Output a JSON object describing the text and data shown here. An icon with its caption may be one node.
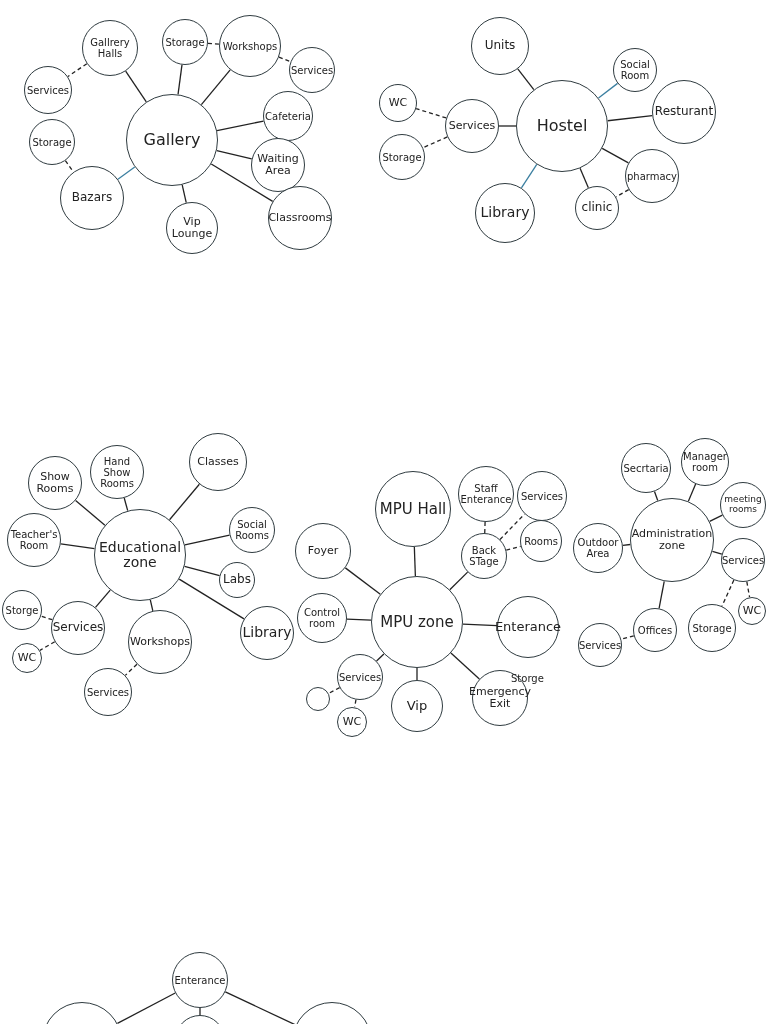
{
  "diagram": {
    "nodes": [
      {
        "text": [
          "Gallery"
        ]
      },
      {
        "text": [
          "Gallrery Halls"
        ]
      },
      {
        "text": [
          "Services"
        ]
      },
      {
        "text": [
          "Storage"
        ]
      },
      {
        "text": [
          "Workshops"
        ]
      },
      {
        "text": [
          "Services"
        ]
      },
      {
        "text": [
          "Cafeteria"
        ]
      },
      {
        "text": [
          "Waiting Area"
        ]
      },
      {
        "text": [
          "Classrooms"
        ]
      },
      {
        "text": [
          "Vip Lounge"
        ]
      },
      {
        "text": [
          "Bazars"
        ]
      },
      {
        "text": [
          "Storage"
        ]
      },
      {
        "text": [
          "Hostel"
        ]
      },
      {
        "text": [
          "Units"
        ]
      },
      {
        "text": [
          "Social Room"
        ]
      },
      {
        "text": [
          "Resturant"
        ]
      },
      {
        "text": [
          "pharmacy"
        ]
      },
      {
        "text": [
          "clinic"
        ]
      },
      {
        "text": [
          "Library"
        ]
      },
      {
        "text": [
          "Services"
        ]
      },
      {
        "text": [
          "WC"
        ]
      },
      {
        "text": [
          "Storage"
        ]
      },
      {
        "text": [
          "Educational zone"
        ]
      },
      {
        "text": [
          "Show Rooms"
        ]
      },
      {
        "text": [
          "Hand Show Rooms"
        ]
      },
      {
        "text": [
          "Classes"
        ]
      },
      {
        "text": [
          "Teacher's Room"
        ]
      },
      {
        "text": [
          "Social Rooms"
        ]
      },
      {
        "text": [
          "Labs"
        ]
      },
      {
        "text": [
          "Library"
        ]
      },
      {
        "text": [
          "Services"
        ]
      },
      {
        "text": [
          "Storge"
        ]
      },
      {
        "text": [
          "WC"
        ]
      },
      {
        "text": [
          "Workshops"
        ]
      },
      {
        "text": [
          "Services"
        ]
      },
      {
        "text": [
          "MPU zone"
        ]
      },
      {
        "text": [
          "MPU Hall"
        ]
      },
      {
        "text": [
          "Foyer"
        ]
      },
      {
        "text": [
          "Control room"
        ]
      },
      {
        "text": [
          "Back STage"
        ]
      },
      {
        "text": [
          "Staff Enterance"
        ]
      },
      {
        "text": [
          "Services"
        ]
      },
      {
        "text": [
          "Rooms"
        ]
      },
      {
        "text": [
          "Enterance"
        ]
      },
      {
        "text": [
          "Emergency Exit"
        ]
      },
      {
        "text": [
          "Vip"
        ]
      },
      {
        "text": [
          "Services"
        ]
      },
      {
        "text": [],
        "shape": "circle"
      },
      {
        "text": [
          "WC"
        ]
      },
      {
        "text": [
          "Administration zone"
        ]
      },
      {
        "text": [
          "Secrtaria"
        ]
      },
      {
        "text": [
          "Manager room"
        ]
      },
      {
        "text": [
          "meeting rooms"
        ]
      },
      {
        "text": [
          "Outdoor Area"
        ]
      },
      {
        "text": [
          "Services"
        ]
      },
      {
        "text": [
          "WC"
        ]
      },
      {
        "text": [
          "Storage"
        ]
      },
      {
        "text": [
          "Offices"
        ]
      },
      {
        "text": [
          "Services"
        ]
      },
      {
        "text": [
          "Enterance"
        ]
      },
      {
        "text": [],
        "shape": "circle"
      },
      {
        "text": [],
        "shape": "circle"
      },
      {
        "text": [],
        "shape": "circle"
      }
    ],
    "edges": [
      {
        "from": 0,
        "to": 1,
        "arrow": "none"
      },
      {
        "from": 1,
        "to": 2,
        "arrow": "none",
        "style": "dashed"
      },
      {
        "from": 0,
        "to": 3,
        "arrow": "none"
      },
      {
        "from": 3,
        "to": 4,
        "arrow": "none",
        "style": "dashed"
      },
      {
        "from": 0,
        "to": 4,
        "arrow": "none"
      },
      {
        "from": 4,
        "to": 5,
        "arrow": "none",
        "style": "dashed"
      },
      {
        "from": 0,
        "to": 6,
        "arrow": "none"
      },
      {
        "from": 0,
        "to": 7,
        "arrow": "none"
      },
      {
        "from": 0,
        "to": 8,
        "arrow": "none"
      },
      {
        "from": 0,
        "to": 9,
        "arrow": "none"
      },
      {
        "from": 0,
        "to": 10,
        "arrow": "none",
        "color": "#3b7fa0"
      },
      {
        "from": 11,
        "to": 10,
        "arrow": "none",
        "style": "dashed"
      },
      {
        "from": 12,
        "to": 13,
        "arrow": "none"
      },
      {
        "from": 12,
        "to": 14,
        "arrow": "none",
        "color": "#3b7fa0"
      },
      {
        "from": 12,
        "to": 15,
        "arrow": "none"
      },
      {
        "from": 12,
        "to": 16,
        "arrow": "none"
      },
      {
        "from": 12,
        "to": 17,
        "arrow": "none"
      },
      {
        "from": 16,
        "to": 17,
        "arrow": "none",
        "style": "dashed"
      },
      {
        "from": 12,
        "to": 18,
        "arrow": "none",
        "color": "#3b7fa0"
      },
      {
        "from": 12,
        "to": 19,
        "arrow": "none"
      },
      {
        "from": 19,
        "to": 20,
        "arrow": "none",
        "style": "dashed"
      },
      {
        "from": 19,
        "to": 21,
        "arrow": "none",
        "style": "dashed"
      },
      {
        "from": 22,
        "to": 23,
        "arrow": "none"
      },
      {
        "from": 22,
        "to": 24,
        "arrow": "none"
      },
      {
        "from": 22,
        "to": 25,
        "arrow": "none"
      },
      {
        "from": 22,
        "to": 26,
        "arrow": "none"
      },
      {
        "from": 22,
        "to": 27,
        "arrow": "none"
      },
      {
        "from": 22,
        "to": 28,
        "arrow": "none"
      },
      {
        "from": 22,
        "to": 29,
        "arrow": "none"
      },
      {
        "from": 22,
        "to": 30,
        "arrow": "none"
      },
      {
        "from": 30,
        "to": 31,
        "arrow": "none",
        "style": "dashed"
      },
      {
        "from": 30,
        "to": 32,
        "arrow": "none",
        "style": "dashed"
      },
      {
        "from": 22,
        "to": 33,
        "arrow": "none"
      },
      {
        "from": 33,
        "to": 34,
        "arrow": "none",
        "style": "dashed"
      },
      {
        "from": 35,
        "to": 36,
        "arrow": "none"
      },
      {
        "from": 35,
        "to": 37,
        "arrow": "none"
      },
      {
        "from": 35,
        "to": 38,
        "arrow": "none"
      },
      {
        "from": 35,
        "to": 39,
        "arrow": "none"
      },
      {
        "from": 39,
        "to": 40,
        "arrow": "none",
        "style": "dashed"
      },
      {
        "from": 39,
        "to": 41,
        "arrow": "none",
        "style": "dashed"
      },
      {
        "from": 39,
        "to": 42,
        "arrow": "none",
        "style": "dashed"
      },
      {
        "from": 35,
        "to": 43,
        "arrow": "none"
      },
      {
        "from": 35,
        "to": 44,
        "arrow": "none"
      },
      {
        "from": 35,
        "to": 45,
        "arrow": "none"
      },
      {
        "from": 35,
        "to": 46,
        "arrow": "none"
      },
      {
        "from": 46,
        "to": 47,
        "arrow": "none",
        "style": "dashed"
      },
      {
        "from": 46,
        "to": 48,
        "arrow": "none",
        "style": "dashed"
      },
      {
        "from": 49,
        "to": 50,
        "arrow": "none"
      },
      {
        "from": 49,
        "to": 51,
        "arrow": "none"
      },
      {
        "from": 49,
        "to": 52,
        "arrow": "none"
      },
      {
        "from": 49,
        "to": 53,
        "arrow": "none"
      },
      {
        "from": 49,
        "to": 54,
        "arrow": "none"
      },
      {
        "from": 54,
        "to": 55,
        "arrow": "none",
        "style": "dashed"
      },
      {
        "from": 54,
        "to": 56,
        "arrow": "none",
        "style": "dashed"
      },
      {
        "from": 49,
        "to": 57,
        "arrow": "none"
      },
      {
        "from": 57,
        "to": 58,
        "arrow": "none",
        "style": "dashed"
      },
      {
        "from": 59,
        "to": 60,
        "arrow": "none"
      },
      {
        "from": 59,
        "to": 61,
        "arrow": "none"
      },
      {
        "from": 59,
        "to": 62,
        "arrow": "none"
      }
    ],
    "labels": [
      "Storge"
    ]
  }
}
